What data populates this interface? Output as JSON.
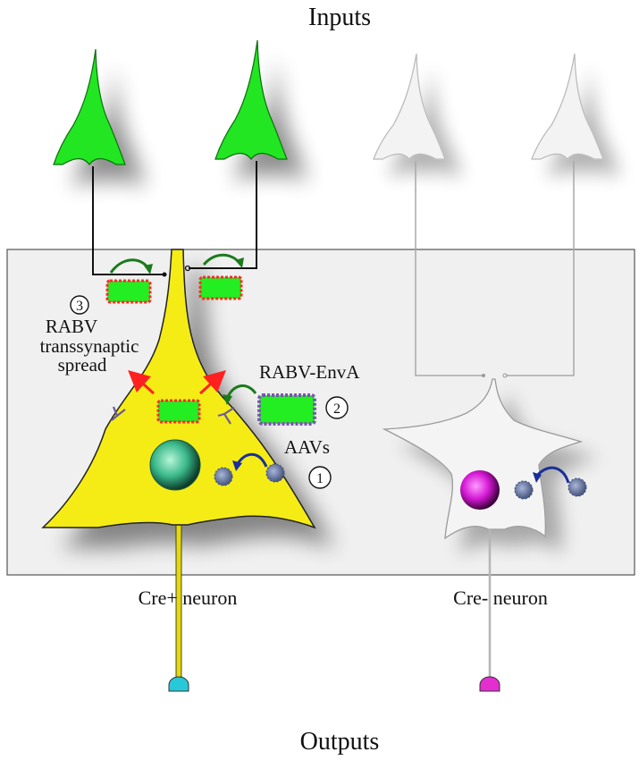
{
  "labels": {
    "inputs": "Inputs",
    "outputs": "Outputs",
    "step3_num": "3",
    "step3_line1": "RABV",
    "step3_line2": "transsynaptic",
    "step3_line3": "spread",
    "step2_label": "RABV-EnvA",
    "step2_num": "2",
    "step1_label": "AAVs",
    "step1_num": "1",
    "cre_pos": "Cre+ neuron",
    "cre_neg": "Cre- neuron"
  },
  "colors": {
    "input_neuron": "#22e622",
    "input_neuron_faded": "#f2f2f2",
    "cre_pos_neuron": "#f5ec12",
    "cre_neg_neuron": "#f4f4f4",
    "cre_pos_nucleus": "#3ab98a",
    "cre_neg_nucleus": "#d419d4",
    "virus_body": "#22ee22",
    "rabv_spikes": "#ff2a2a",
    "envA_spikes": "#7a54b0",
    "aav": "#6677a6",
    "spread_arrow": "#ff2020",
    "infection_arrow": "#1b7a1b",
    "aav_arrow": "#1a2e9a",
    "output_terminal_pos": "#27c8d8",
    "output_terminal_neg": "#e32ed0",
    "receptor": "#6a5a9e",
    "panel": "#f0f0f0"
  },
  "icons": {
    "rabv": "rabies-virus-particle-icon",
    "rabv_envA": "envA-pseudotyped-rabies-icon",
    "aav": "aav-particle-icon",
    "receptor": "tva-receptor-icon"
  }
}
